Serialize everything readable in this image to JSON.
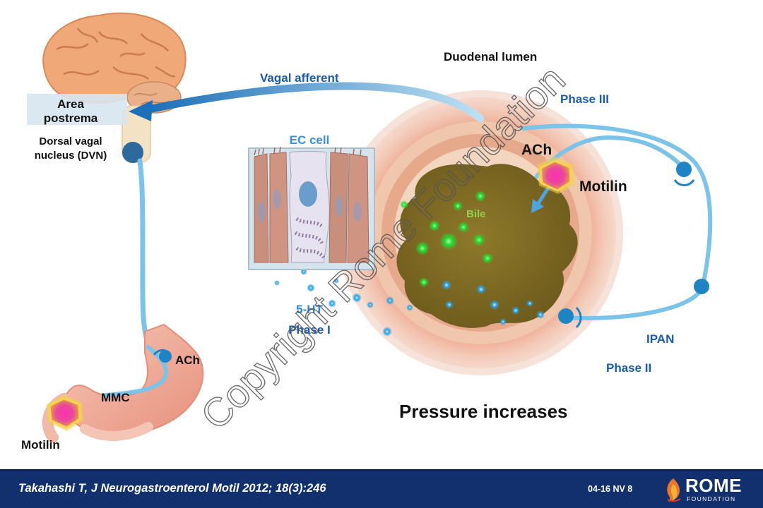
{
  "labels": {
    "duodenal_lumen": "Duodenal lumen",
    "vagal_afferent": "Vagal afferent",
    "phase_3": "Phase III",
    "area_postrema_1": "Area",
    "area_postrema_2": "postrema",
    "dvn_1": "Dorsal vagal",
    "dvn_2": "nucleus (DVN)",
    "ec_cell": "EC cell",
    "ach_top": "ACh",
    "motilin_top": "Motilin",
    "bile": "Bile",
    "ht5": "5-HT",
    "phase_1": "Phase I",
    "ipan": "IPAN",
    "phase_2": "Phase II",
    "ach_stomach": "ACh",
    "mmc": "MMC",
    "motilin_bottom": "Motilin",
    "pressure": "Pressure increases"
  },
  "watermark": "Copyright Rome Foundation",
  "footer": {
    "citation": "Takahashi T, J Neurogastroenterol Motil 2012; 18(3):246",
    "slide_code": "04-16  NV 8",
    "logo_main": "ROME",
    "logo_sub": "FOUNDATION"
  },
  "colors": {
    "text_blue": "#1a5bb0",
    "nerve": "#7cc3ea",
    "node": "#1e84c4",
    "footer_bg": "#122f6e"
  }
}
